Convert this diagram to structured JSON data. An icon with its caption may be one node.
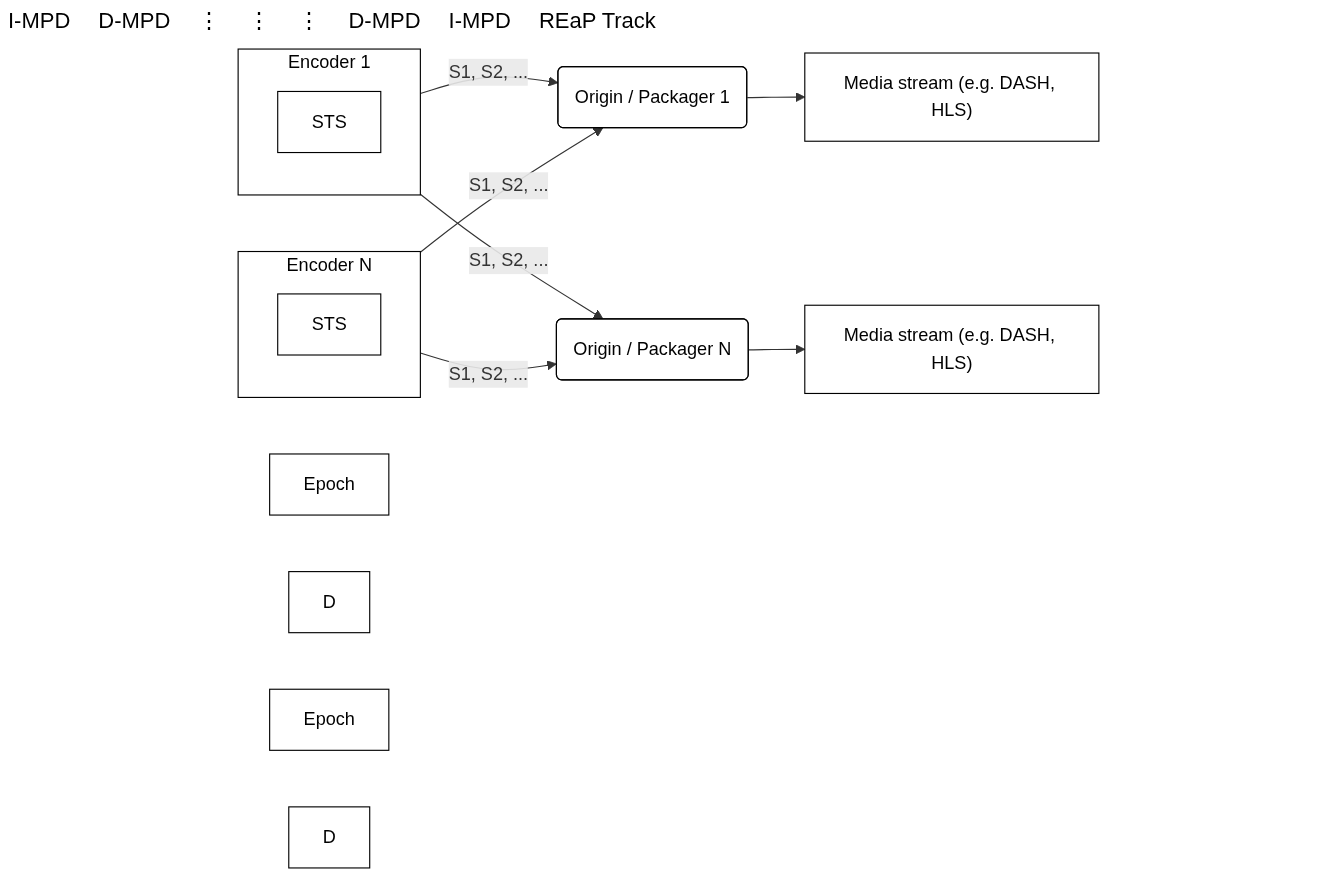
{
  "diagram": {
    "nodes": [
      {
        "text": [
          "Epoch"
        ]
      },
      {
        "text": [
          "D"
        ]
      },
      {
        "text": [
          "Encoder 1"
        ]
      },
      {
        "text": [
          "STS"
        ],
        "in": 2
      },
      {
        "text": [
          "Origin / Packager 1"
        ]
      },
      {
        "text": [
          "Media stream (e.g. DASH, HLS)"
        ]
      },
      {
        "text": [
          "Epoch"
        ]
      },
      {
        "text": [
          "D"
        ]
      },
      {
        "text": [
          "Encoder N"
        ]
      },
      {
        "text": [
          "STS"
        ],
        "in": 8
      },
      {
        "text": [
          "Origin / Packager N"
        ]
      },
      {
        "text": [
          "Media stream (e.g. DASH, HLS)"
        ]
      }
    ],
    "edges": [
      {
        "from": 2,
        "to": 4,
        "arrow": "to",
        "label": "S1, S2, ..."
      },
      {
        "from": 2,
        "to": 10,
        "arrow": "to",
        "label": "S1, S2, ..."
      },
      {
        "from": 8,
        "to": 4,
        "arrow": "to",
        "label": "S1, S2, ..."
      },
      {
        "from": 8,
        "to": 10,
        "arrow": "to",
        "label": "S1, S2, ..."
      },
      {
        "from": 4,
        "to": 5,
        "arrow": "to"
      },
      {
        "from": 10,
        "to": 11,
        "arrow": "to"
      }
    ],
    "labels": [
      "I-MPD",
      "D-MPD",
      "⋮",
      "⋮",
      "⋮",
      "D-MPD",
      "I-MPD",
      "REaP Track"
    ]
  }
}
